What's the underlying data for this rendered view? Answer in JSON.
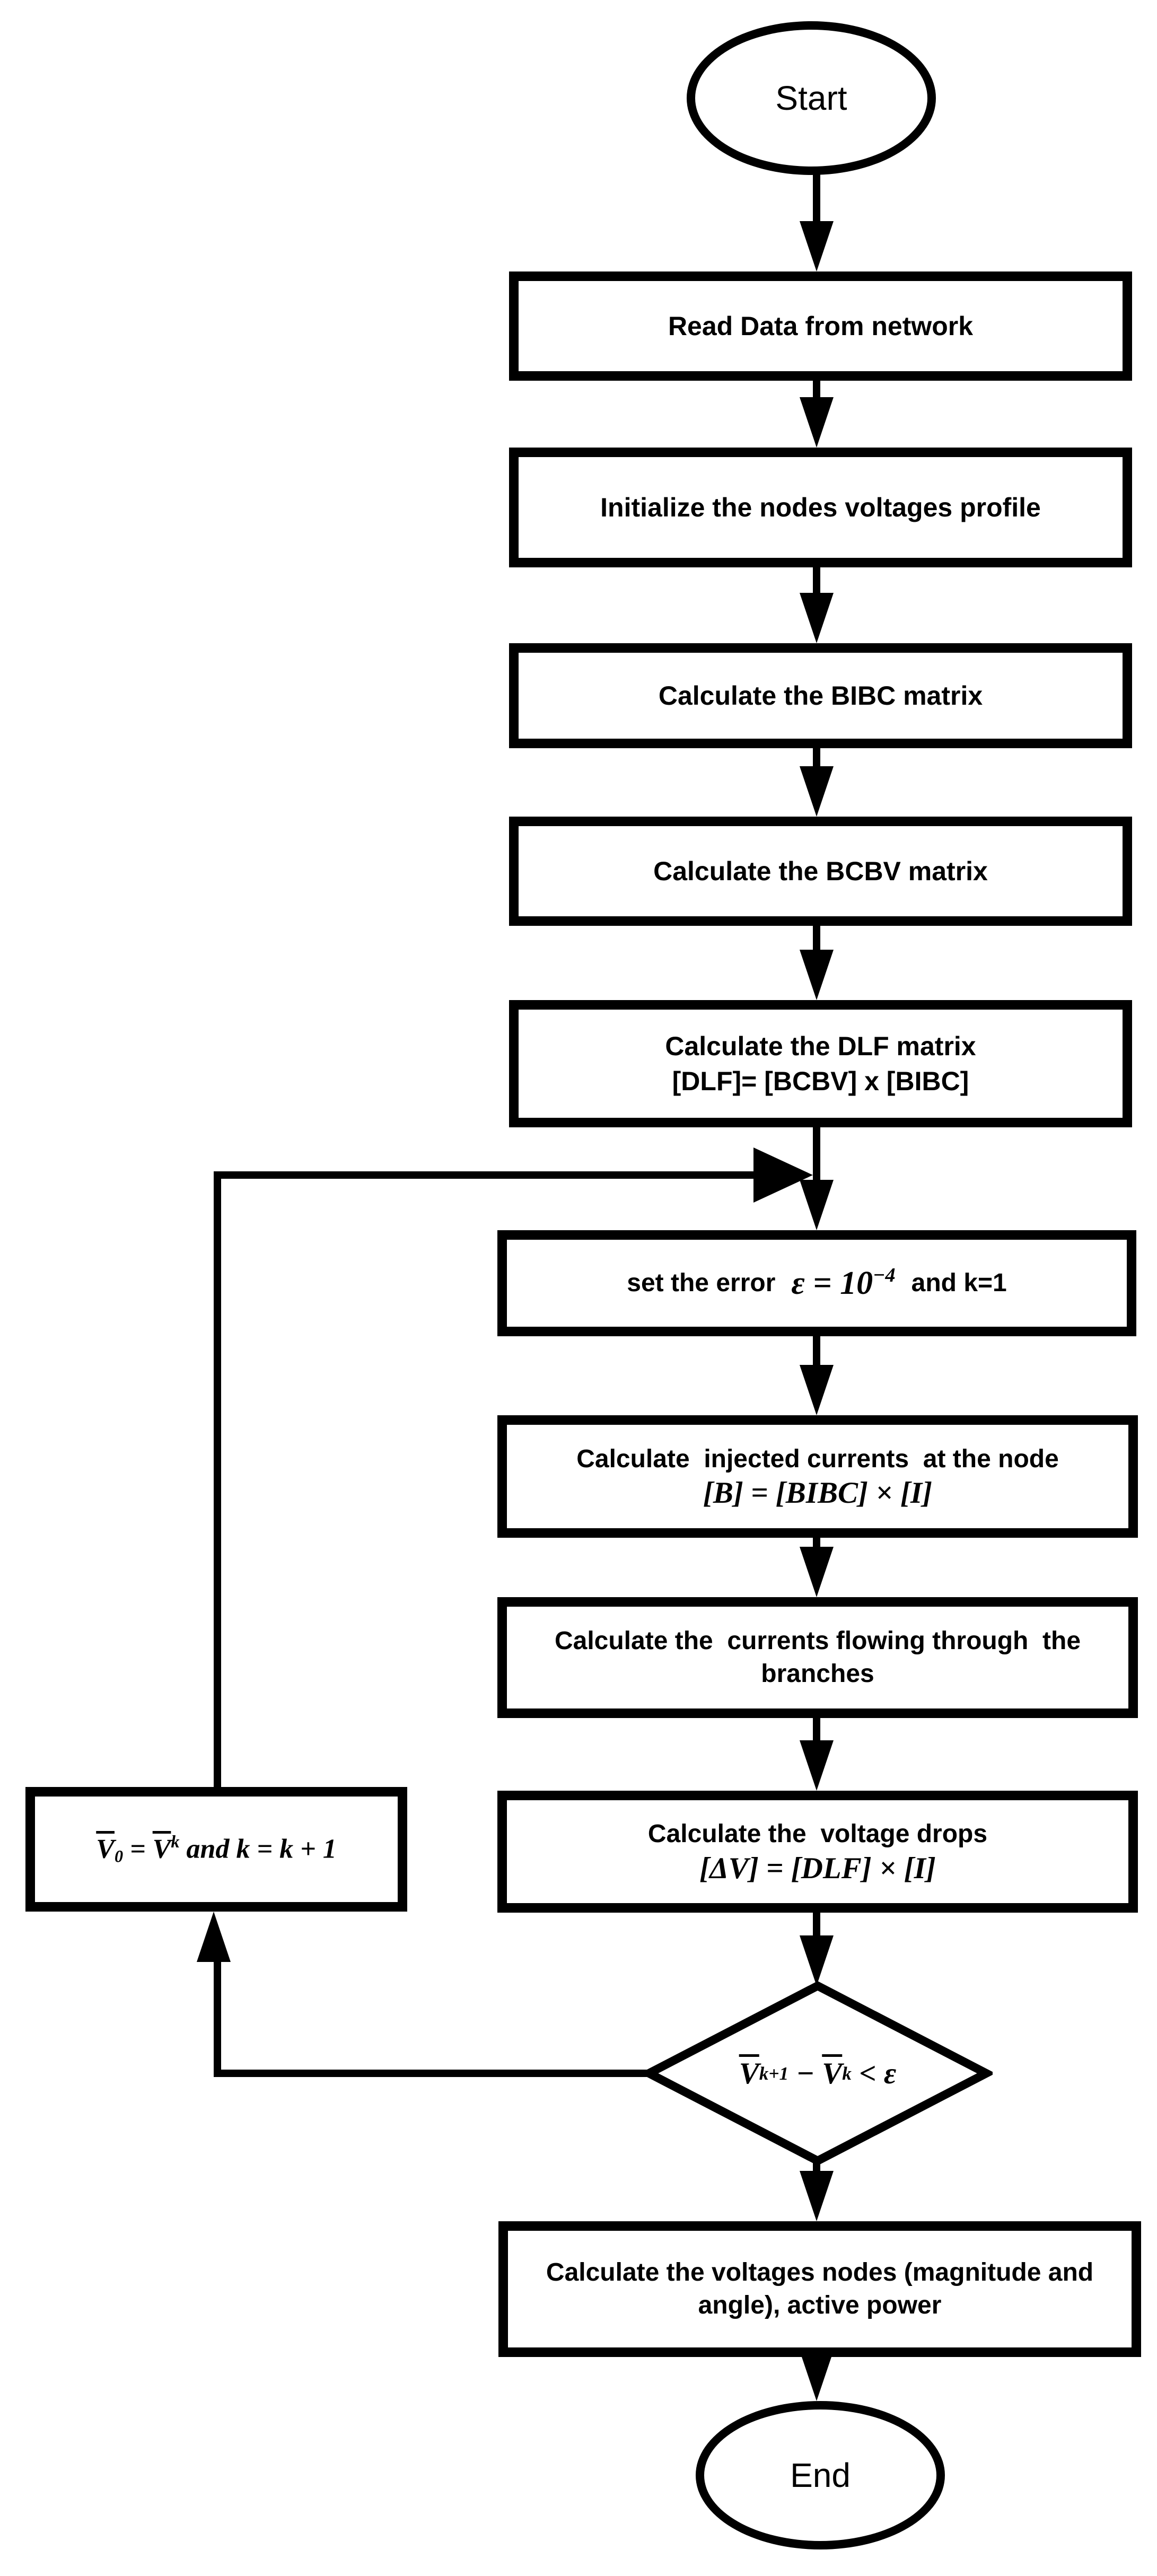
{
  "diagram": {
    "type": "flowchart",
    "colors": {
      "ink": "#000000",
      "fill": "#ffffff",
      "background": "#ffffff"
    },
    "nodes": {
      "start": {
        "type": "terminator",
        "label": "Start"
      },
      "read_data": {
        "type": "process",
        "lines": [
          "Read Data from network"
        ]
      },
      "init_voltages": {
        "type": "process",
        "lines": [
          "Initialize the nodes voltages profile"
        ]
      },
      "calc_bibc": {
        "type": "process",
        "lines": [
          "Calculate the BIBC matrix"
        ]
      },
      "calc_bcbv": {
        "type": "process",
        "lines": [
          "Calculate the BCBV matrix"
        ]
      },
      "calc_dlf": {
        "type": "process",
        "lines": [
          "Calculate the DLF matrix",
          "[DLF]= [BCBV] x [BIBC]"
        ]
      },
      "set_error": {
        "type": "process",
        "prefix": "set the error",
        "formula": [
          {
            "t": "ε = 10"
          },
          {
            "t": "−4",
            "sup": true
          }
        ],
        "suffix": "and k=1"
      },
      "injected_currents": {
        "type": "process",
        "line1": "Calculate  injected currents  at the node",
        "formula_text": "[B] = [BIBC] × [I]"
      },
      "branch_currents": {
        "type": "process",
        "lines": [
          "Calculate the  currents flowing through  the",
          "branches"
        ]
      },
      "voltage_drops": {
        "type": "process",
        "line1": "Calculate the  voltage drops",
        "formula_text": "[ΔV] = [DLF] × [I]"
      },
      "loop_update": {
        "type": "process",
        "formula": [
          {
            "t": "V",
            "ov": true
          },
          {
            "t": "0",
            "sub": true
          },
          {
            "t": " = "
          },
          {
            "t": "V",
            "ov": true
          },
          {
            "t": "k",
            "sup": true
          },
          {
            "t": " and k = k + 1"
          }
        ]
      },
      "convergence_check": {
        "type": "decision",
        "formula": [
          {
            "t": "V",
            "ov": true
          },
          {
            "t": "k+1",
            "sup": true
          },
          {
            "t": " − "
          },
          {
            "t": "V",
            "ov": true
          },
          {
            "t": "k",
            "sup": true
          },
          {
            "t": " < ε"
          }
        ]
      },
      "calc_final": {
        "type": "process",
        "lines": [
          "Calculate the voltages nodes (magnitude and",
          "angle), active power"
        ]
      },
      "end": {
        "type": "terminator",
        "label": "End"
      }
    },
    "edges": [
      {
        "from": "start",
        "to": "read_data"
      },
      {
        "from": "read_data",
        "to": "init_voltages"
      },
      {
        "from": "init_voltages",
        "to": "calc_bibc"
      },
      {
        "from": "calc_bibc",
        "to": "calc_bcbv"
      },
      {
        "from": "calc_bcbv",
        "to": "calc_dlf"
      },
      {
        "from": "calc_dlf",
        "to": "set_error"
      },
      {
        "from": "set_error",
        "to": "injected_currents"
      },
      {
        "from": "injected_currents",
        "to": "branch_currents"
      },
      {
        "from": "branch_currents",
        "to": "voltage_drops"
      },
      {
        "from": "voltage_drops",
        "to": "convergence_check"
      },
      {
        "from": "convergence_check",
        "to": "calc_final"
      },
      {
        "from": "convergence_check",
        "to": "loop_update"
      },
      {
        "from": "loop_update",
        "to": "set_error"
      },
      {
        "from": "calc_final",
        "to": "end"
      }
    ]
  }
}
